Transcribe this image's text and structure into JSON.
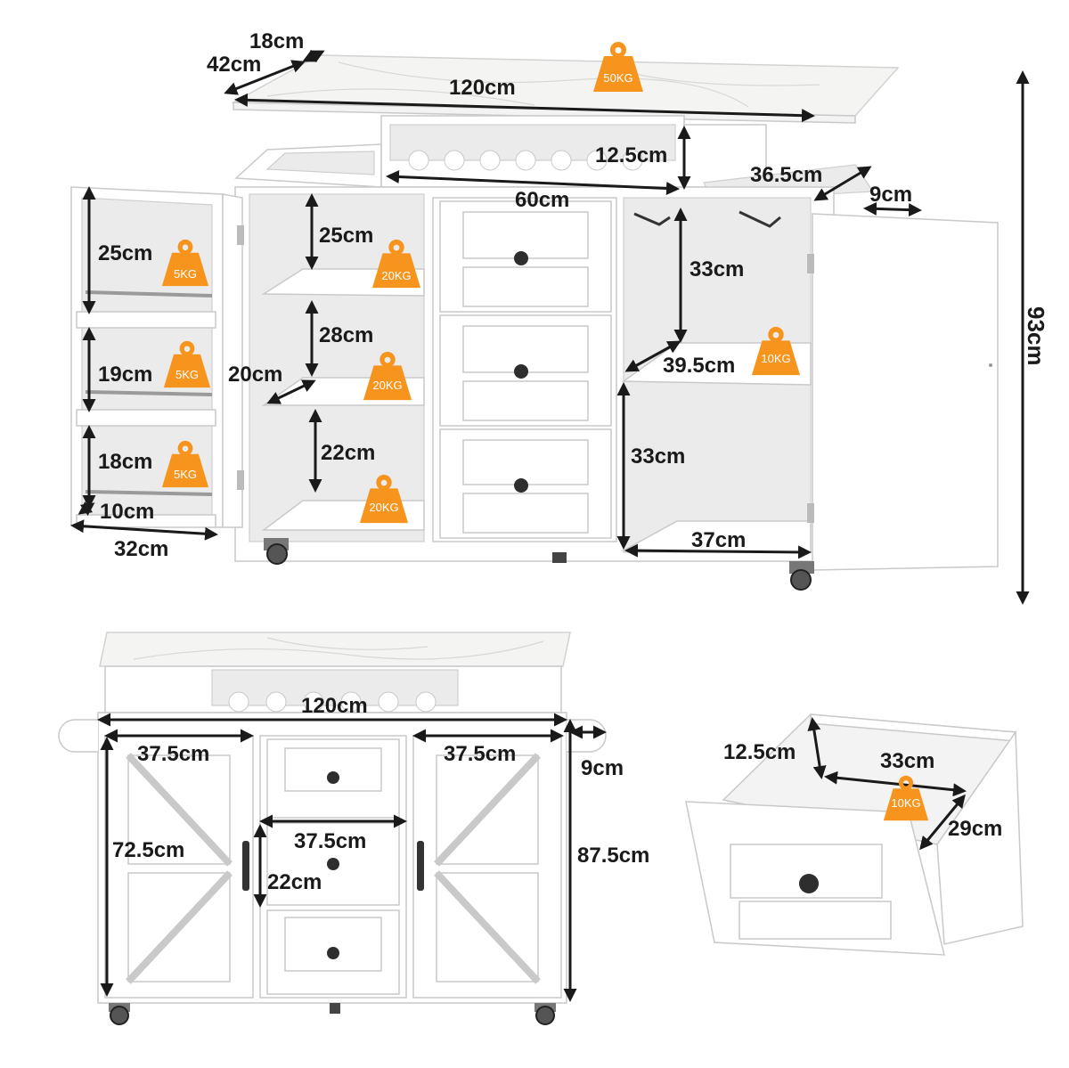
{
  "accent_color": "#f7941d",
  "dimensions": {
    "top_depth_small": "18cm",
    "top_depth": "42cm",
    "top_width": "120cm",
    "wine_rack_height": "12.5cm",
    "wine_rack_width": "60cm",
    "right_top_depth": "36.5cm",
    "side_rack_depth": "9cm",
    "total_height": "93cm",
    "door_rack_1": "25cm",
    "door_rack_2": "19cm",
    "door_rack_3": "18cm",
    "door_rack_depth": "10cm",
    "door_width": "32cm",
    "left_shelf_1": "25cm",
    "left_shelf_2": "28cm",
    "left_shelf_depth": "20cm",
    "left_shelf_3": "22cm",
    "right_upper_height": "33cm",
    "right_shelf_depth": "39.5cm",
    "right_lower_height": "33cm",
    "right_bottom_width": "37cm",
    "front_width": "120cm",
    "front_left_door": "37.5cm",
    "front_right_door": "37.5cm",
    "front_towel_bar": "9cm",
    "front_door_height": "72.5cm",
    "front_drawer_width": "37.5cm",
    "front_drawer_height": "22cm",
    "front_total_height": "87.5cm",
    "drawer_height": "12.5cm",
    "drawer_width": "33cm",
    "drawer_depth": "29cm"
  },
  "load_badges": {
    "top": "50KG",
    "door_rack_1": "5KG",
    "door_rack_2": "5KG",
    "door_rack_3": "5KG",
    "left_shelf_1": "20KG",
    "left_shelf_2": "20KG",
    "left_shelf_3": "20KG",
    "right_shelf": "10KG",
    "drawer": "10KG"
  }
}
